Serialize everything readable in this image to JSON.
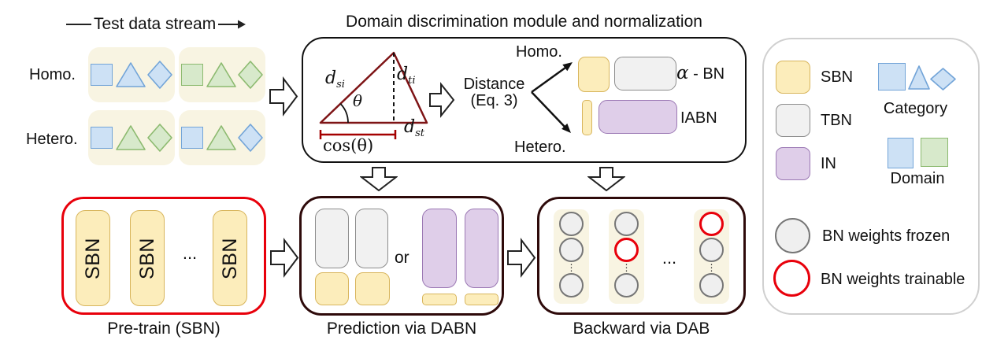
{
  "palette": {
    "blue_fill": "#CDE1F5",
    "blue_stroke": "#72A4D8",
    "green_fill": "#D7E9CB",
    "green_stroke": "#8CBA6F",
    "yellow_fill": "#FCEDBB",
    "yellow_stroke": "#D8B55C",
    "gray_fill": "#F1F1F1",
    "gray_stroke": "#8C8C8C",
    "purple_fill": "#DFCEE9",
    "purple_stroke": "#9B78B4",
    "cream": "#F8F4E2",
    "red": "#E8000B",
    "dark_red": "#7E1416",
    "bar_red": "#A40000",
    "box_dark": "#2E0A0A",
    "circle_fill": "#EFEFEF",
    "circle_stroke": "#767676"
  },
  "stream": {
    "title": "Test  data stream",
    "rows": [
      {
        "label": "Homo.",
        "cards": [
          {
            "shapes": [
              "blue",
              "blue",
              "blue"
            ]
          },
          {
            "shapes": [
              "green",
              "green",
              "green"
            ]
          }
        ]
      },
      {
        "label": "Hetero.",
        "cards": [
          {
            "shapes": [
              "blue",
              "green",
              "green"
            ]
          },
          {
            "shapes": [
              "blue",
              "green",
              "blue"
            ]
          }
        ]
      }
    ]
  },
  "module": {
    "title": "Domain discrimination module and normalization",
    "triangle": {
      "d": "d",
      "sub_si": "si",
      "sub_ti": "ti",
      "sub_st": "st",
      "theta": "θ",
      "cos_label": "cos(θ)"
    },
    "distance_line1": "Distance",
    "distance_line2": "(Eq. 3)",
    "homo_label": "Homo.",
    "hetero_label": "Hetero.",
    "alpha_bn": {
      "alpha": "α",
      "rest": "- BN"
    },
    "iabn_label": "IABN"
  },
  "pretrain": {
    "column_label": "SBN",
    "ellipsis": "...",
    "caption": "Pre-train (SBN)"
  },
  "prediction": {
    "or_label": "or",
    "caption": "Prediction via DABN"
  },
  "backward": {
    "caption": "Backward via DAB",
    "ellipsis": "...",
    "vdots": "⋮",
    "columns": [
      {
        "circles": [
          "gray",
          "gray",
          "gray"
        ]
      },
      {
        "circles": [
          "gray",
          "red",
          "gray"
        ]
      },
      {
        "circles": [
          "red",
          "gray",
          "gray"
        ]
      }
    ]
  },
  "legend": {
    "items": [
      {
        "swatch": "yellow",
        "label": "SBN"
      },
      {
        "swatch": "gray",
        "label": "TBN"
      },
      {
        "swatch": "purple",
        "label": "IN"
      }
    ],
    "category_shapes": [
      "blue",
      "blue",
      "blue"
    ],
    "category_label": "Category",
    "domain_shapes": [
      "blue",
      "green"
    ],
    "domain_label": "Domain",
    "frozen_label": "BN weights frozen",
    "trainable_label": "BN weights trainable"
  }
}
